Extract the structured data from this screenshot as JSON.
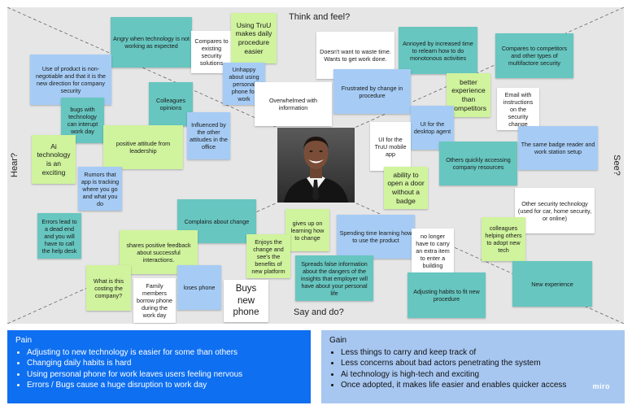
{
  "quadrants": {
    "top": "Think and feel?",
    "bottom": "Say and do?",
    "left": "Hear?",
    "right": "See?"
  },
  "photo_alt": "",
  "notes": [
    {
      "text": "Angry when technology is not working as expected",
      "color": "teal"
    },
    {
      "text": "Compares to existing security solutions",
      "color": "white"
    },
    {
      "text": "Using TruU makes daily procedure easier",
      "color": "green"
    },
    {
      "text": "Use of product is non-negotiable and that it is the new direction for company security",
      "color": "blue"
    },
    {
      "text": "Unhappy about using personal phone for work",
      "color": "blue"
    },
    {
      "text": "Doesn't want to waste time. Wants to get work done.",
      "color": "white"
    },
    {
      "text": "Annoyed by increased time to relearn how to do monotonous activities",
      "color": "teal"
    },
    {
      "text": "Compares to competitors and other types of multifactore security",
      "color": "teal"
    },
    {
      "text": "Colleagues opinions",
      "color": "teal"
    },
    {
      "text": "Overwhelmed with information",
      "color": "white"
    },
    {
      "text": "Frustrated by change in procedure",
      "color": "blue"
    },
    {
      "text": "better experience than competitors",
      "color": "green"
    },
    {
      "text": "Email with instructions on the security change",
      "color": "white"
    },
    {
      "text": "bugs with technology can interupt work day",
      "color": "teal"
    },
    {
      "text": "Influenced by the other attitudes in the office",
      "color": "blue"
    },
    {
      "text": "UI for the desktop agent",
      "color": "blue"
    },
    {
      "text": "Ai technology is an exciting",
      "color": "green"
    },
    {
      "text": "positive attitude from leadership",
      "color": "green"
    },
    {
      "text": "UI for the TruU mobile app",
      "color": "white"
    },
    {
      "text": "The same badge reader and work station setup",
      "color": "blue"
    },
    {
      "text": "Others quickly accessing company resources",
      "color": "teal"
    },
    {
      "text": "Rumors that app is tracking where you go and what you do",
      "color": "blue"
    },
    {
      "text": "ability to open a door without a badge",
      "color": "green"
    },
    {
      "text": "Other security technology (used for car, home security, or online)",
      "color": "white"
    },
    {
      "text": "Errors lead to a dead end and you will have to call the help desk",
      "color": "teal"
    },
    {
      "text": "Complains about change",
      "color": "teal"
    },
    {
      "text": "gives up on learning how to change",
      "color": "green"
    },
    {
      "text": "Spending time learning how to use the product",
      "color": "blue"
    },
    {
      "text": "colleagues helping others to adopt new tech",
      "color": "green"
    },
    {
      "text": "shares positive feedback about successful interactions.",
      "color": "green"
    },
    {
      "text": "Enjoys the change and see's the benefits of new platform",
      "color": "green"
    },
    {
      "text": "no longer have to carry an extra item to enter a building",
      "color": "white"
    },
    {
      "text": "What is this costing the company?",
      "color": "green"
    },
    {
      "text": "Spreads false information about the dangers of the insights that employer will have about your personal life",
      "color": "teal"
    },
    {
      "text": "Family members borrow phone during the work day",
      "color": "white"
    },
    {
      "text": "loses phone",
      "color": "blue"
    },
    {
      "text": "Buys new phone",
      "color": "white"
    },
    {
      "text": "Adjusting habits to fit new procedure",
      "color": "teal"
    },
    {
      "text": "New experience",
      "color": "teal"
    }
  ],
  "pain": {
    "title": "Pain",
    "items": [
      "Adjusting to new technology is easier for some than others",
      "Changing daily habits is hard",
      "Using personal phone for work leaves users feeling nervous",
      "Errors / Bugs cause a huge disruption to work day"
    ]
  },
  "gain": {
    "title": "Gain",
    "items": [
      "Less things to carry and keep track of",
      "Less concerns about bad actors penetrating the system",
      "Ai technology is high-tech and exciting",
      "Once adopted, it makes life easier and enables quicker access"
    ]
  },
  "watermark": "miro"
}
